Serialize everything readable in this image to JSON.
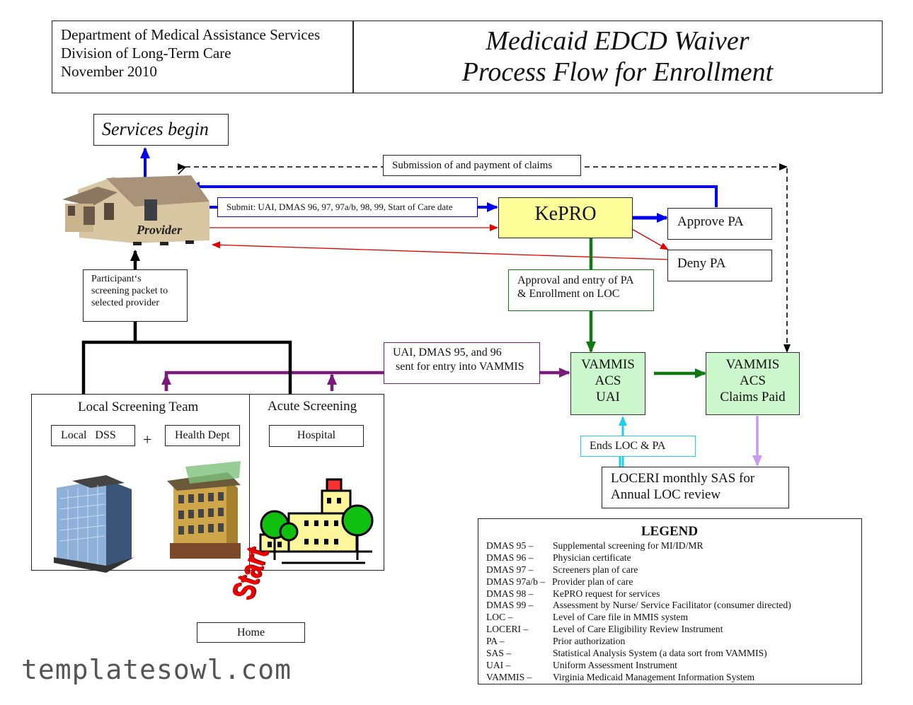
{
  "header": {
    "dept_line1": "Department of Medical Assistance Services",
    "dept_line2": "Division of Long-Term Care",
    "date": "November 2010",
    "title_line1": "Medicaid EDCD Waiver",
    "title_line2": "Process Flow for Enrollment"
  },
  "nodes": {
    "services_begin": "Services begin",
    "provider": "Provider",
    "participant_line1": "Participant‘s",
    "participant_line2": "screening packet to",
    "participant_line3": "selected provider",
    "kepro": "KePRO",
    "approve_pa": "Approve PA",
    "deny_pa": "Deny PA",
    "approval_entry_line1": "Approval and entry of PA",
    "approval_entry_line2": "& Enrollment on LOC",
    "uai_sent_line1": "UAI, DMAS 95, and 96",
    "uai_sent_line2": "sent for entry into VAMMIS",
    "vammis_uai_line1": "VAMMIS",
    "vammis_uai_line2": "ACS",
    "vammis_uai_line3": "UAI",
    "vammis_claims_line1": "VAMMIS",
    "vammis_claims_line2": "ACS",
    "vammis_claims_line3": "Claims Paid",
    "ends_loc": "Ends LOC & PA",
    "loceri_line1": "LOCERI monthly SAS for",
    "loceri_line2": "Annual LOC review",
    "local_screening_team": "Local Screening Team",
    "local_dss": "Local   DSS",
    "plus": "+",
    "health_dept": "Health Dept",
    "acute_screening": "Acute Screening",
    "hospital": "Hospital",
    "start": "Start",
    "home": "Home"
  },
  "edges": {
    "claims": "Submission of and payment of claims",
    "submit": "Submit: UAI, DMAS 96, 97, 97a/b, 98, 99, Start of Care date"
  },
  "legend": {
    "title": "LEGEND",
    "items": [
      {
        "term": "DMAS 95 –",
        "def": "Supplemental screening for MI/ID/MR"
      },
      {
        "term": "DMAS 96 –",
        "def": "Physician certificate"
      },
      {
        "term": "DMAS 97 –",
        "def": "Screeners plan of care"
      },
      {
        "term": "DMAS 97a/b –",
        "def": "Provider plan of care"
      },
      {
        "term": "DMAS 98 –",
        "def": "KePRO request for services"
      },
      {
        "term": "DMAS 99 –",
        "def": "Assessment by Nurse/ Service Facilitator (consumer directed)"
      },
      {
        "term": "LOC –",
        "def": "Level of Care file in MMIS system"
      },
      {
        "term": "LOCERI –",
        "def": "Level of Care Eligibility Review Instrument"
      },
      {
        "term": "PA –",
        "def": "Prior authorization"
      },
      {
        "term": "SAS –",
        "def": "Statistical Analysis System (a data sort from VAMMIS)"
      },
      {
        "term": "UAI –",
        "def": "Uniform Assessment Instrument"
      },
      {
        "term": "VAMMIS –",
        "def": "Virginia Medicaid Management Information System"
      }
    ]
  },
  "watermark": "templatesowl.com",
  "colors": {
    "blue": "#0000ee",
    "green": "#117711",
    "purple": "#7a1a7a",
    "red": "#e00000",
    "cyan": "#22ccee",
    "lavender": "#c79cf0",
    "kepro_fill": "#ffff99",
    "vammis_fill": "#ccf7cc"
  }
}
